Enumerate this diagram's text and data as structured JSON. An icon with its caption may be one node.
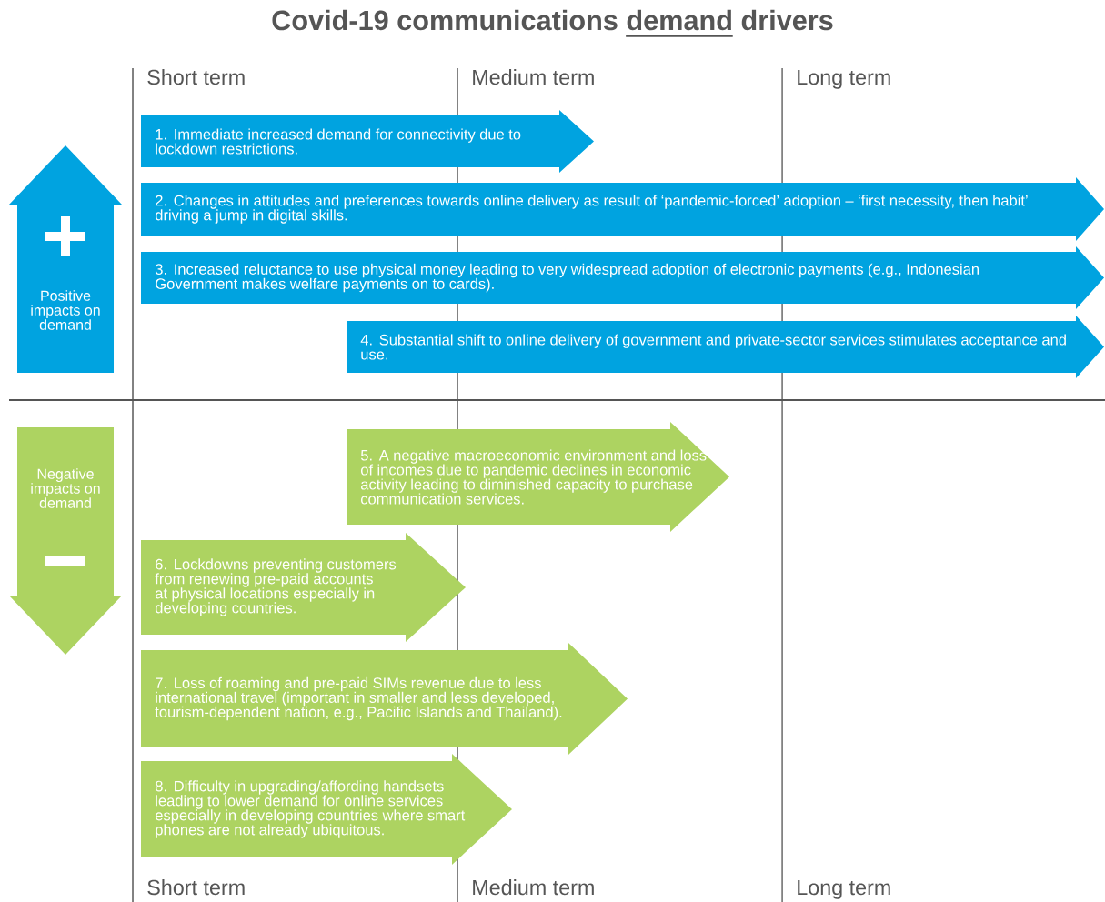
{
  "diagram": {
    "title": "Covid-19 communications demand drivers",
    "nodes": [
      {
        "text": [
          "Positive impacts on demand"
        ]
      },
      {
        "text": [
          "Negative impacts on demand"
        ]
      },
      {
        "text": [
          "1. Immediate increased demand for connectivity due to lockdown restrictions."
        ]
      },
      {
        "text": [
          "2. Changes in attitudes and preferences towards online delivery as result of ‘pandemic-forced’ adoption – ‘first necessity, then habit’ driving a jump in digital skills."
        ]
      },
      {
        "text": [
          "3. Increased reluctance to use physical money leading to very widespread adoption of electronic payments (e.g., Indonesian Government makes welfare payments on to cards)."
        ]
      },
      {
        "text": [
          "4. Substantial shift to online delivery of government and private-sector services stimulates acceptance and use."
        ]
      },
      {
        "text": [
          "5. A negative macroeconomic environment and loss of incomes due to pandemic declines in economic activity leading to diminished capacity to purchase communication services."
        ]
      },
      {
        "text": [
          "6. Lockdowns preventing customers from renewing pre-paid accounts at physical locations especially in developing countries."
        ]
      },
      {
        "text": [
          "7. Loss of roaming and pre-paid SIMs revenue due to less international travel (important in smaller and less developed, tourism-dependent nation, e.g., Pacific Islands and Thailand)."
        ]
      },
      {
        "text": [
          "8. Difficulty in upgrading/affording handsets leading to lower demand for online services especially in developing countries where smart phones are not already ubiquitous."
        ]
      }
    ],
    "labels": [
      "Short term",
      "Medium term",
      "Long term",
      "Short term",
      "Medium term",
      "Long term"
    ]
  }
}
